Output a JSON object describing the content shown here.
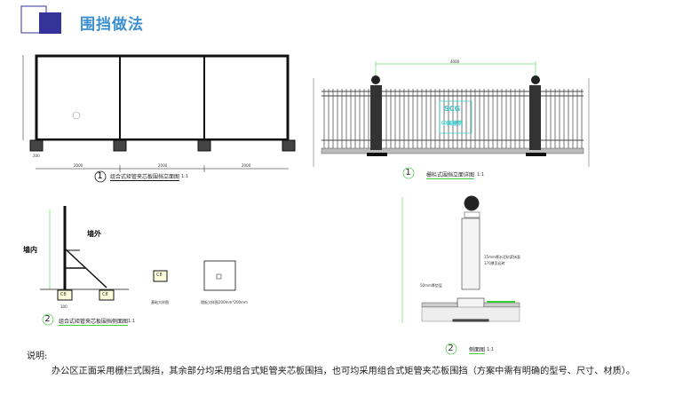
{
  "header": {
    "title": "围挡做法",
    "accent_color": "#333399",
    "title_color": "#3a8fd0"
  },
  "drawings": {
    "panel_elevation": {
      "number": "1",
      "caption": "组合式矩管夹芯板围挡立面图",
      "scale": "1:1",
      "span": "2000",
      "base": "200"
    },
    "railing_elevation": {
      "number": "1",
      "caption": "栅栏式围挡立面详图",
      "scale": "1:1",
      "span": "4000",
      "watermark_top": "SCG",
      "watermark_bottom": "中国建筑"
    },
    "panel_section": {
      "number": "2",
      "caption": "组合式矩管夹芯板围挡侧面图",
      "scale": "1:1",
      "inside": "墙内",
      "outside": "墙外",
      "base_label": "C8",
      "base_width": "300",
      "detail1": "基础大样图",
      "detail2": "埋板大样图200mm*200mm"
    },
    "railing_section": {
      "number": "2",
      "caption": "侧面图",
      "scale": "1:1",
      "note1": "15mm厚水泥砂浆抹面",
      "note2": "370厚页岩砖",
      "note3": "50mm厚垫层"
    }
  },
  "notes": {
    "heading": "说明:",
    "body": "办公区正面采用栅栏式围挡，其余部分均采用组合式矩管夹芯板围挡，也可均采用组合式矩管夹芯板围挡（方案中需有明确的型号、尺寸、材质）。"
  }
}
